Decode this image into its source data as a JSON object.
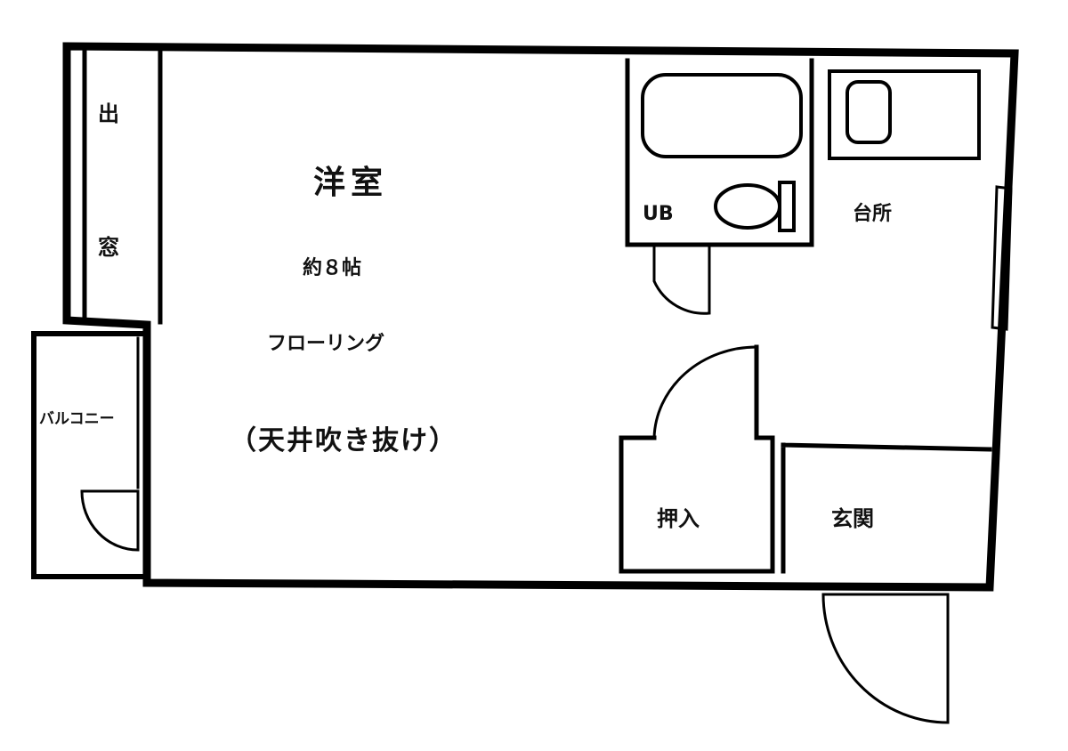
{
  "floor_plan": {
    "rooms": {
      "western_room": {
        "name": "洋室",
        "size": "約８帖",
        "floor": "フローリング",
        "note": "（天井吹き抜け）"
      },
      "storage_side": {
        "line1": "出",
        "line2": "窓"
      },
      "balcony": "バルコニー",
      "unit_bath": "UB",
      "kitchen": "台所",
      "closet": "押入",
      "entrance": "玄関"
    }
  }
}
